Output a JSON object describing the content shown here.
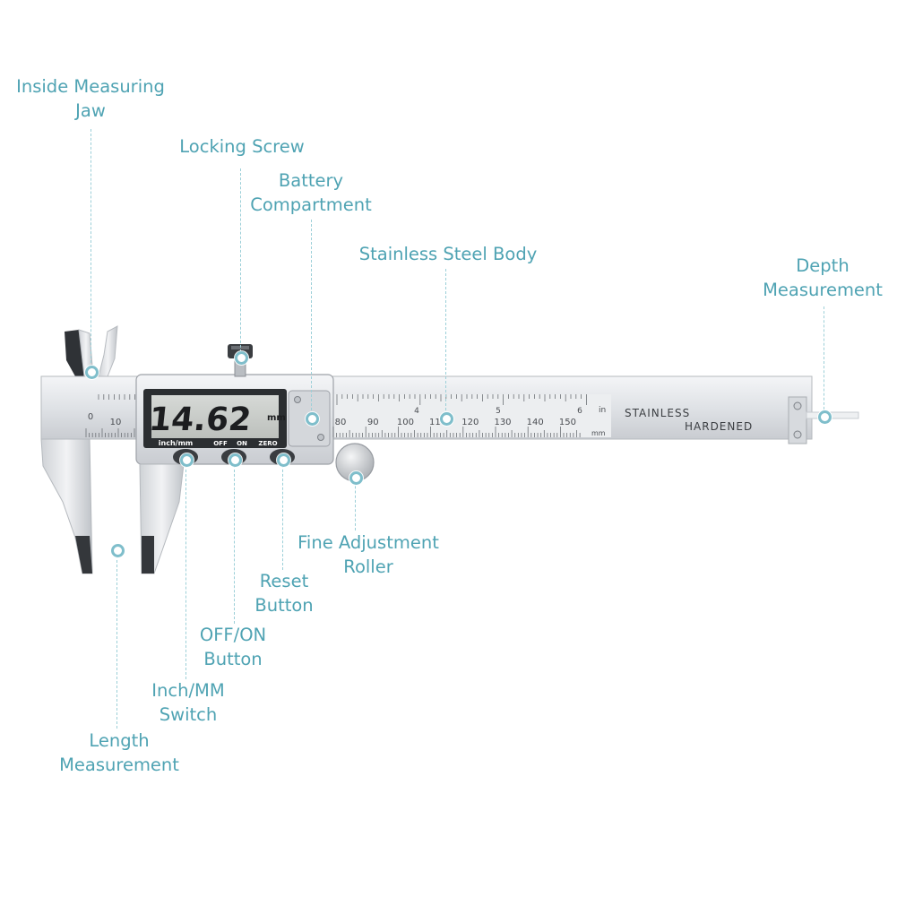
{
  "labels": {
    "inside_jaw": [
      "Inside Measuring",
      "Jaw"
    ],
    "locking_screw": [
      "Locking Screw"
    ],
    "battery": [
      "Battery",
      "Compartment"
    ],
    "steel_body": [
      "Stainless Steel Body"
    ],
    "depth": [
      "Depth",
      "Measurement"
    ],
    "fine_adjust": [
      "Fine Adjustment",
      "Roller"
    ],
    "reset": [
      "Reset",
      "Button"
    ],
    "offon": [
      "OFF/ON",
      "Button"
    ],
    "inchmm": [
      "Inch/MM",
      "Switch"
    ],
    "length": [
      "Length",
      "Measurement"
    ]
  },
  "display": {
    "reading": "14.62",
    "unit": "mm",
    "btn_inchmm": "inch/mm",
    "btn_off": "OFF",
    "btn_on": "ON",
    "btn_zero": "ZERO"
  },
  "scale": {
    "mm_labels": [
      "0",
      "10",
      "80",
      "90",
      "100",
      "110",
      "120",
      "130",
      "140",
      "150"
    ],
    "inch_labels": [
      "4",
      "5",
      "6"
    ],
    "in_unit": "in",
    "mm_unit": "mm",
    "engrave_1": "STAINLESS",
    "engrave_2": "HARDENED"
  },
  "colors": {
    "accent": "#4fa3b3",
    "lead": "#9ccfd8",
    "lcd": "#c9cdc9",
    "steel": "#e3e5e8"
  }
}
